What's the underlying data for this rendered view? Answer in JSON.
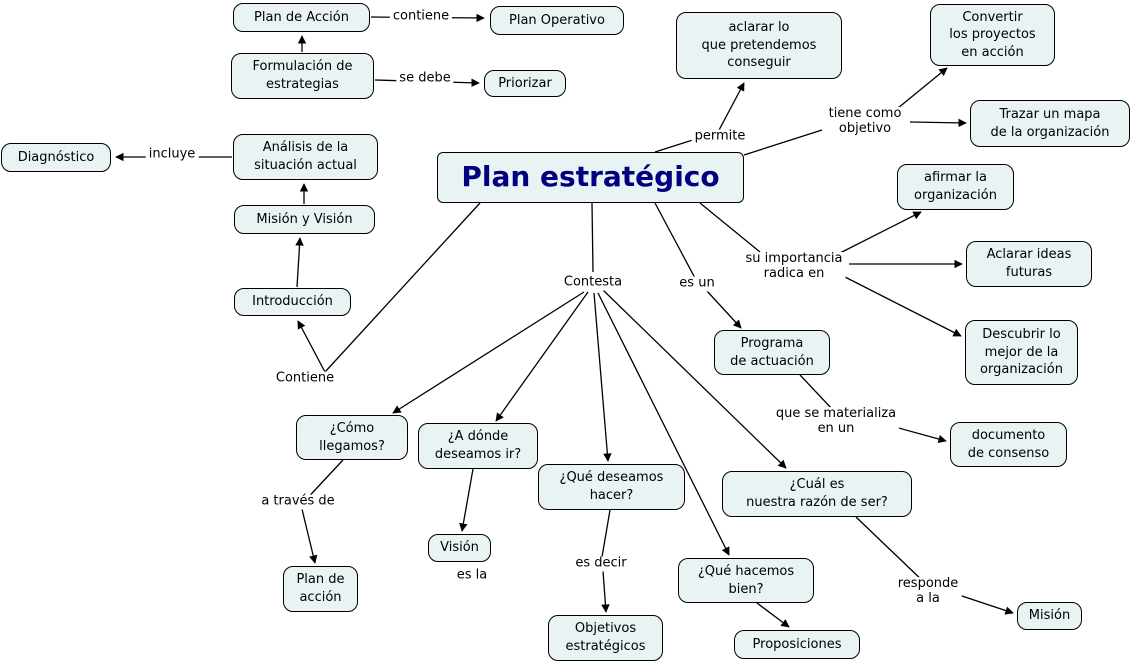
{
  "title": "Plan estratégico",
  "central": {
    "label": "Plan estratégico"
  },
  "nodes": {
    "plan_de_accion_top": {
      "label": "Plan de Acción"
    },
    "plan_operativo": {
      "label": "Plan Operativo"
    },
    "formulacion_de_estrategias": {
      "label": "Formulación de\nestrategias"
    },
    "priorizar": {
      "label": "Priorizar"
    },
    "diagnostico": {
      "label": "Diagnóstico"
    },
    "analisis_situacion_actual": {
      "label": "Análisis de la\nsituación actual"
    },
    "mision_y_vision": {
      "label": "Misión y Visión"
    },
    "introduccion": {
      "label": "Introducción"
    },
    "aclarar_lo_que_pretendemos": {
      "label": "aclarar lo\nque pretendemos\nconseguir"
    },
    "convertir_proyectos": {
      "label": "Convertir\nlos proyectos\nen acción"
    },
    "trazar_mapa": {
      "label": "Trazar un mapa\nde la organización"
    },
    "afirmar_organizacion": {
      "label": "afirmar la\norganización"
    },
    "aclarar_ideas_futuras": {
      "label": "Aclarar ideas\nfuturas"
    },
    "descubrir_lo_mejor": {
      "label": "Descubrir lo\nmejor de la\norganización"
    },
    "programa_de_actuacion": {
      "label": "Programa\nde actuación"
    },
    "documento_de_consenso": {
      "label": "documento\nde consenso"
    },
    "como_llegamos": {
      "label": "¿Cómo\nllegamos?"
    },
    "a_donde_deseamos_ir": {
      "label": "¿A dónde\ndeseamos ir?"
    },
    "que_deseamos_hacer": {
      "label": "¿Qué deseamos\nhacer?"
    },
    "cual_es_nuestra_razon": {
      "label": "¿Cuál es\nnuestra razón de ser?"
    },
    "vision": {
      "label": "Visión"
    },
    "plan_de_accion_bottom": {
      "label": "Plan de\nacción"
    },
    "objetivos_estrategicos": {
      "label": "Objetivos\nestratégicos"
    },
    "que_hacemos_bien": {
      "label": "¿Qué hacemos\nbien?"
    },
    "proposiciones": {
      "label": "Proposiciones"
    },
    "mision": {
      "label": "Misión"
    }
  },
  "edge_labels": {
    "contiene_top": "contiene",
    "se_debe": "se debe",
    "incluye": "incluye",
    "permite": "permite",
    "tiene_como_objetivo": "tiene como\nobjetivo",
    "su_importancia_radica_en": "su importancia\nradica en",
    "es_un": "es un",
    "contesta": "Contesta",
    "contiene_left": "Contiene",
    "que_se_materializa_en_un": "que se materializa\nen un",
    "a_traves_de": "a través de",
    "es_la": "es la",
    "es_decir": "es decir",
    "responde_a_la": "responde\na la"
  },
  "colors": {
    "background": "#ffffff",
    "node_fill": "#eaf3f3",
    "node_border": "#000000",
    "central_text": "#000080",
    "edge": "#000000"
  }
}
